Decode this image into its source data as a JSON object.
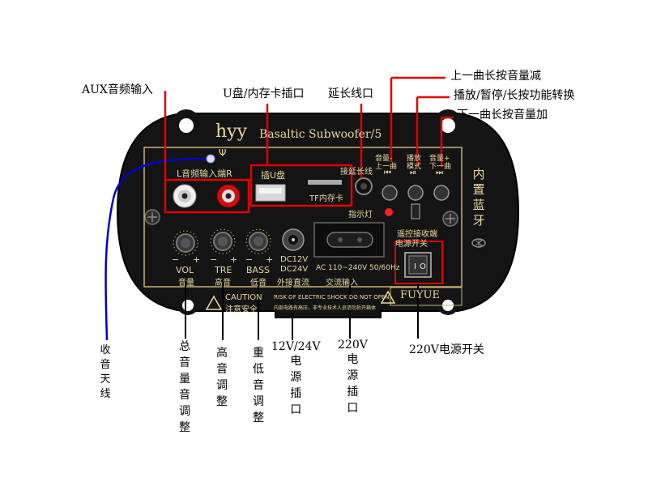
{
  "brand": {
    "logo": "hyy",
    "model": "Basaltic Subwoofer/5",
    "maker": "FUYUE",
    "side_label": "内置蓝牙",
    "antenna_symbol": "Ψ"
  },
  "panel": {
    "aux_label": "L音频输入端R",
    "usb_label": "插U盘",
    "tf_label": "TF内存卡",
    "ext_label": "接延长线",
    "indicator_label": "指示灯",
    "prev": {
      "top": "音量-",
      "bottom": "上一曲",
      "symbol": "⏮"
    },
    "play": {
      "top": "播放",
      "bottom": "模式",
      "symbol": "⏯"
    },
    "next": {
      "top": "音量+",
      "bottom": "下一曲",
      "symbol": "⏭"
    },
    "remote_label": "遥控接收端",
    "switch_label": "电源开关",
    "vol": {
      "en": "VOL",
      "cn": "音量"
    },
    "tre": {
      "en": "TRE",
      "cn": "高音"
    },
    "bass": {
      "en": "BASS",
      "cn": "低音"
    },
    "minus": "−",
    "plus": "+",
    "dc_top": "DC12V",
    "dc_bottom": "DC24V",
    "dc_caption": "外接直流",
    "ac_spec": "AC 110~240V 50/60Hz",
    "ac_caption": "交流输入",
    "caution_title": "CAUTION",
    "caution_cn": "注意安全",
    "warning_en": "RISK OF ELECTRIC SHOCK DO NOT OPEN",
    "warning_cn": "内部电路有高压，非专业技术人员请勿拆开箱体"
  },
  "callouts": {
    "aux": "AUX音频输入",
    "usb": "U盘/内存卡插口",
    "ext": "延长线口",
    "prev": "上一曲长按音量减",
    "play": "播放/暂停/长按功能转换",
    "next": "下一曲长按音量加",
    "antenna": "收音天线",
    "vol": "总音量音调整",
    "tre": "高音调整",
    "bass": "重低音调整",
    "dc": "12V/24V电源插口",
    "ac": "220V电源插口",
    "switch": "220V电源开关"
  },
  "colors": {
    "callout_line": "#e00000",
    "antenna_wire": "#0000cc",
    "panel": "#141414",
    "panel_print": "#e9d9a0",
    "rca_red": "#cc1010"
  }
}
